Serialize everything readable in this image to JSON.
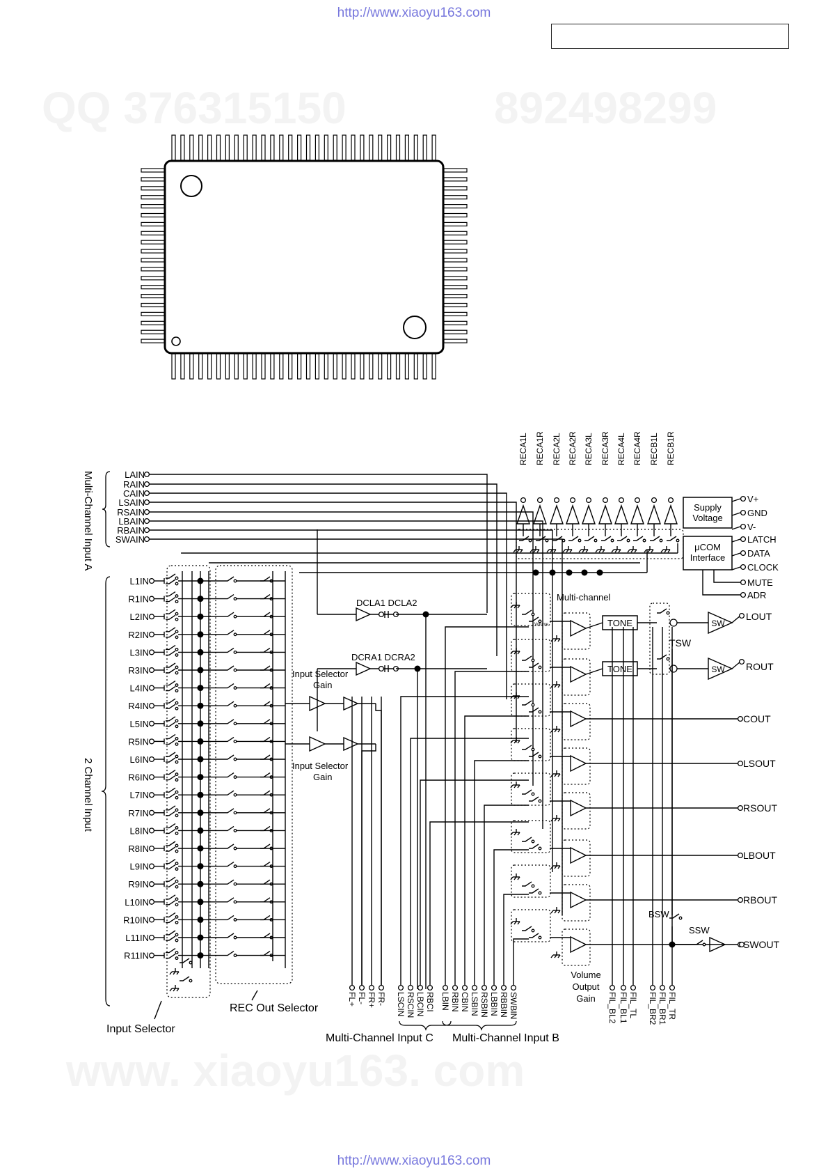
{
  "header": {
    "url_top": "http://www.xiaoyu163.com",
    "url_bottom": "http://www.xiaoyu163.com"
  },
  "watermarks": {
    "qq": "QQ 376315150",
    "qq2": "892498299",
    "site": "www. xiaoyu163. com"
  },
  "diagram": {
    "multi_a_inputs": [
      "LAIN",
      "RAIN",
      "CAIN",
      "LSAIN",
      "RSAIN",
      "LBAIN",
      "RBAIN",
      "SWAIN"
    ],
    "multi_a_label": "Multi-Channel Input A",
    "two_ch_inputs": [
      "L1IN",
      "R1IN",
      "L2IN",
      "R2IN",
      "L3IN",
      "R3IN",
      "L4IN",
      "R4IN",
      "L5IN",
      "R5IN",
      "L6IN",
      "R6IN",
      "L7IN",
      "R7IN",
      "L8IN",
      "R8IN",
      "L9IN",
      "R9IN",
      "L10IN",
      "R10IN",
      "L11IN",
      "R11IN"
    ],
    "two_ch_label": "2 Channel Input",
    "rec_outputs": [
      "RECA1L",
      "RECA1R",
      "RECA2L",
      "RECA2R",
      "RECA3L",
      "RECA3R",
      "RECA4L",
      "RECA4R",
      "RECB1L",
      "RECB1R"
    ],
    "supply": {
      "line1": "Supply",
      "line2": "Voltage",
      "pins": [
        "V+",
        "GND",
        "V-"
      ]
    },
    "ucom": {
      "line1": "μCOM",
      "line2": "Interface",
      "pins": [
        "LATCH",
        "DATA",
        "CLOCK"
      ]
    },
    "mute": "MUTE",
    "adr": "ADR",
    "dcla": "DCLA1 DCLA2",
    "dcra": "DCRA1 DCRA2",
    "input_selector_gain_1": "Input Selector\nGain",
    "input_selector_gain_2": "Input Selector\nGain",
    "multichannel": "Multi-channel",
    "volume_small": "Volume",
    "tone": "TONE",
    "tsw": "TSW",
    "sw": "SW",
    "bsw": "BSW",
    "ssw": "SSW",
    "outputs": [
      "LOUT",
      "ROUT",
      "COUT",
      "LSOUT",
      "RSOUT",
      "LBOUT",
      "RBOUT",
      "SWOUT"
    ],
    "fl_pins": [
      "FL+",
      "FL-",
      "FR+",
      "FR-"
    ],
    "mc_c_pins": [
      "LSCIN",
      "RSCIN",
      "LBCIN",
      "RBCI"
    ],
    "mc_b_pins": [
      "LBIN",
      "RBIN",
      "CBIN",
      "LSBIN",
      "RSBIN",
      "LBBIN",
      "RBBIN",
      "SWBIN"
    ],
    "fil_pins": [
      "FIL_BL2",
      "FIL_BL1",
      "FIL_TL",
      "FIL_BR2",
      "FIL_BR1",
      "FIL_TR"
    ],
    "volume_output_gain": "Volume\nOutput\nGain",
    "rec_out_selector": "REC Out Selector",
    "input_selector": "Input Selector",
    "mc_input_c": "Multi-Channel Input C",
    "mc_input_b": "Multi-Channel Input B"
  }
}
